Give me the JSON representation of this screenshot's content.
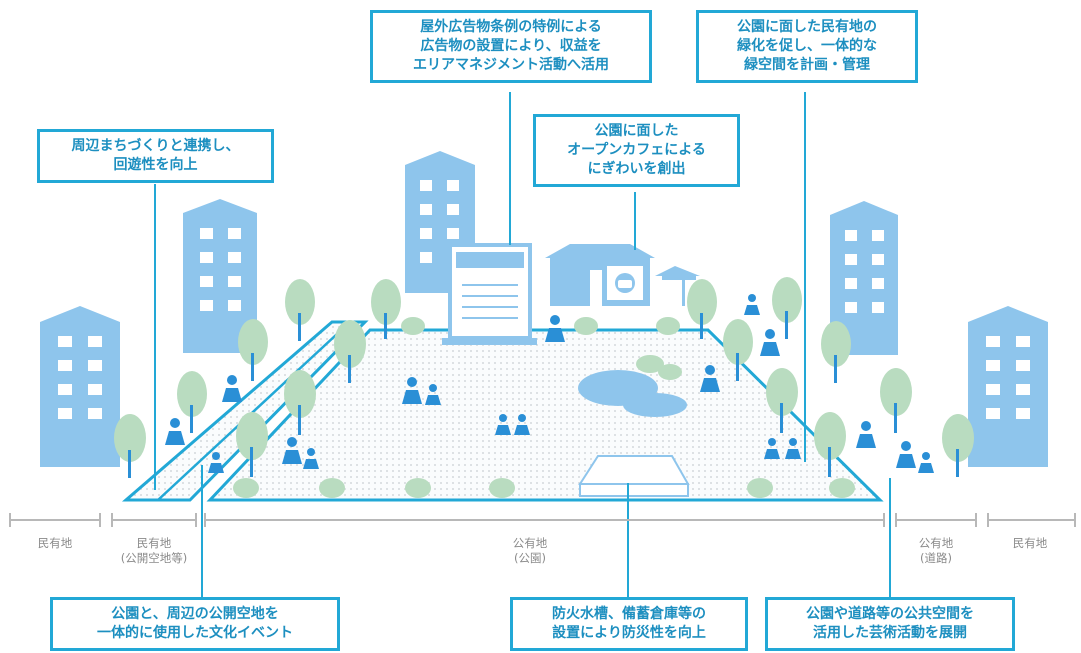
{
  "callouts": {
    "street_link": {
      "lines": [
        "周辺まちづくりと連携し、",
        "回遊性を向上"
      ]
    },
    "advertising": {
      "lines": [
        "屋外広告物条例の特例による",
        "広告物の設置により、収益を",
        "エリアマネジメント活動へ活用"
      ]
    },
    "greening": {
      "lines": [
        "公園に面した民有地の",
        "緑化を促し、一体的な",
        "緑空間を計画・管理"
      ]
    },
    "cafe": {
      "lines": [
        "公園に面した",
        "オープンカフェによる",
        "にぎわいを創出"
      ]
    },
    "culture_event": {
      "lines": [
        "公園と、周辺の公開空地を",
        "一体的に使用した文化イベント"
      ]
    },
    "disaster": {
      "lines": [
        "防火水槽、備蓄倉庫等の",
        "設置により防災性を向上"
      ]
    },
    "art": {
      "lines": [
        "公園や道路等の公共空間を",
        "活用した芸術活動を展開"
      ]
    }
  },
  "zones": {
    "private_left": {
      "lines": [
        "民有地"
      ]
    },
    "private_open": {
      "lines": [
        "民有地",
        "(公開空地等)"
      ]
    },
    "public_park": {
      "lines": [
        "公有地",
        "(公園)"
      ]
    },
    "public_road": {
      "lines": [
        "公有地",
        "(道路)"
      ]
    },
    "private_right": {
      "lines": [
        "民有地"
      ]
    }
  },
  "colors": {
    "accent": "#22a8d6",
    "building": "#8ec5ec",
    "tree": "#b9dcc0",
    "person": "#2a8fd6",
    "pond": "#8ec5ec"
  }
}
